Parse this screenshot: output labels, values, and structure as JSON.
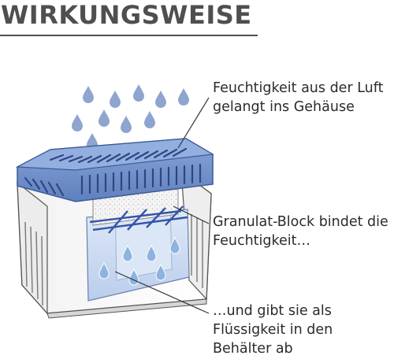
{
  "title": "WIRKUNGSWEISE",
  "labels": [
    {
      "line1": "Feuchtigkeit aus der Luft",
      "line2": "gelangt ins Gehäuse"
    },
    {
      "line1": "Granulat-Block bindet die",
      "line2": "Feuchtigkeit…"
    },
    {
      "line1": "…und gibt sie als",
      "line2": "Flüssigkeit in den",
      "line3": "Behälter ab"
    }
  ],
  "colors": {
    "text": "#4f4f4f",
    "droplet": "#8fa4cf",
    "lid": "#6f8fc8",
    "water": "#c9daf2",
    "grid": "#3355aa"
  }
}
